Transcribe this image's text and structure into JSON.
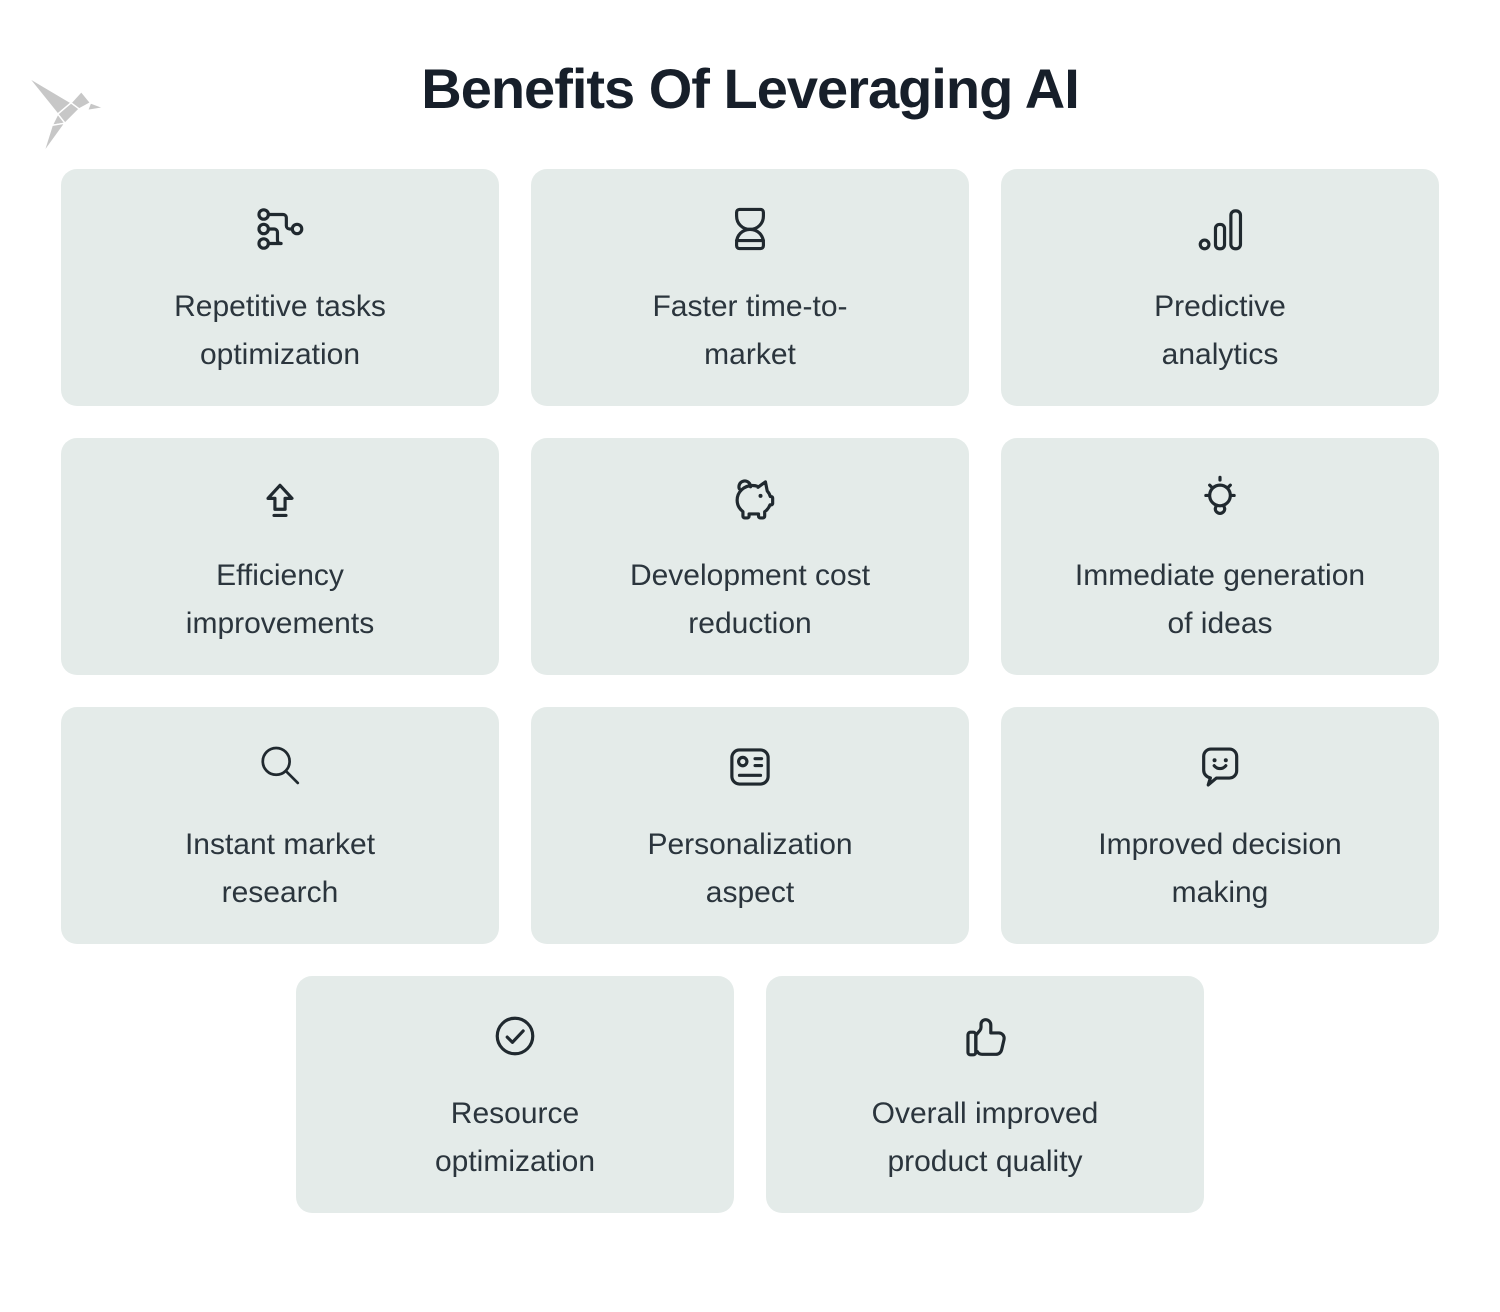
{
  "page": {
    "title": "Benefits Of Leveraging AI",
    "background_color": "#ffffff",
    "card_background_color": "#e4ebe9",
    "title_color": "#171f2a",
    "text_color": "#2b353d",
    "icon_color": "#20292f"
  },
  "logo": {
    "name": "origami-bird-logo",
    "color": "#c7c7c7"
  },
  "cards": [
    {
      "icon": "workflow-icon",
      "label": "Repetitive tasks\noptimization"
    },
    {
      "icon": "hourglass-icon",
      "label": "Faster time-to-\nmarket"
    },
    {
      "icon": "bar-chart-icon",
      "label": "Predictive\nanalytics"
    },
    {
      "icon": "arrow-up-icon",
      "label": "Efficiency\nimprovements"
    },
    {
      "icon": "piggy-bank-icon",
      "label": "Development cost\nreduction"
    },
    {
      "icon": "lightbulb-icon",
      "label": "Immediate generation\nof ideas"
    },
    {
      "icon": "magnifier-icon",
      "label": "Instant market\nresearch"
    },
    {
      "icon": "id-card-icon",
      "label": "Personalization\naspect"
    },
    {
      "icon": "message-smile-icon",
      "label": "Improved decision\nmaking"
    },
    {
      "icon": "check-circle-icon",
      "label": "Resource\noptimization"
    },
    {
      "icon": "thumbs-up-icon",
      "label": "Overall improved\nproduct quality"
    }
  ]
}
